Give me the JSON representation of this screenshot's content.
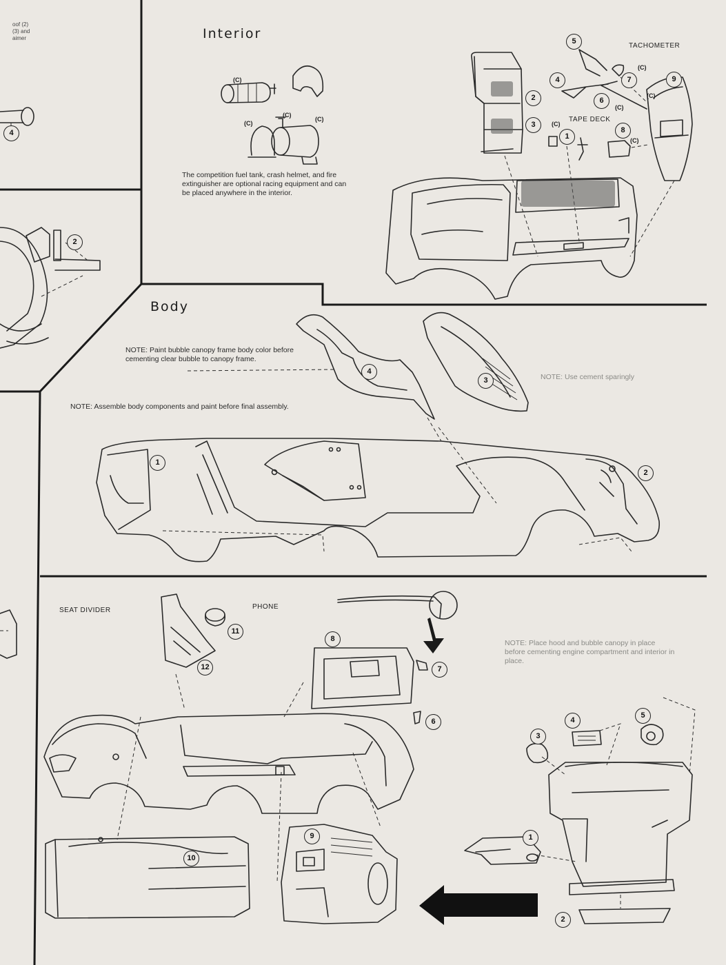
{
  "edge_texts": [
    "oof (2)",
    "(3) and",
    "aimer"
  ],
  "sections": {
    "interior": {
      "title": "Interior",
      "note": "The competition fuel tank, crash helmet, and fire extinguisher are optional racing equipment and can be placed anywhere in the interior.",
      "labels": {
        "tachometer": "TACHOMETER",
        "tape_deck": "TAPE DECK"
      },
      "c_marks": [
        "(C)",
        "(C)",
        "(C)",
        "(C)",
        "(C)",
        "(C)",
        "(C)",
        "(C)",
        "(C)"
      ],
      "callouts": [
        "1",
        "2",
        "3",
        "4",
        "5",
        "6",
        "7",
        "8",
        "9"
      ]
    },
    "body": {
      "title": "Body",
      "note_canopy": "NOTE: Paint bubble canopy frame body color before cementing clear bubble to canopy frame.",
      "note_cement": "NOTE: Use cement sparingly",
      "note_assemble": "NOTE: Assemble body components and paint before final assembly.",
      "callouts": [
        "1",
        "2",
        "3",
        "4"
      ]
    },
    "final": {
      "labels": {
        "seat_divider": "SEAT DIVIDER",
        "phone": "PHONE"
      },
      "note_hood": "NOTE: Place hood and bubble canopy in place before cementing engine compartment and interior in place.",
      "callouts": [
        "1",
        "2",
        "3",
        "4",
        "5",
        "6",
        "7",
        "8",
        "9",
        "10",
        "11",
        "12"
      ]
    },
    "left_strip": {
      "callouts": [
        "4",
        "2"
      ]
    }
  }
}
